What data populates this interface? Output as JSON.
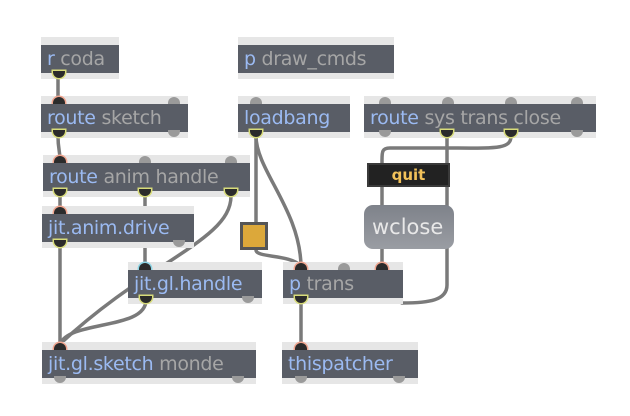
{
  "patcher": {
    "objects": [
      {
        "id": "r-coda",
        "class": "r",
        "args": "coda"
      },
      {
        "id": "p-draw-cmds",
        "class": "p",
        "args": "draw_cmds"
      },
      {
        "id": "route-sketch",
        "class": "route",
        "args": "sketch"
      },
      {
        "id": "loadbang",
        "class": "loadbang",
        "args": ""
      },
      {
        "id": "route-sys-trans-close",
        "class": "route",
        "args": "sys trans close"
      },
      {
        "id": "route-anim-handle",
        "class": "route",
        "args": "anim handle"
      },
      {
        "id": "jit-anim-drive",
        "class": "jit.anim.drive",
        "args": ""
      },
      {
        "id": "jit-gl-handle",
        "class": "jit.gl.handle",
        "args": ""
      },
      {
        "id": "p-trans",
        "class": "p",
        "args": "trans"
      },
      {
        "id": "jit-gl-sketch",
        "class": "jit.gl.sketch",
        "args": "monde"
      },
      {
        "id": "thispatcher",
        "class": "thispatcher",
        "args": ""
      }
    ],
    "messages": {
      "quit": "quit",
      "wclose": "wclose"
    },
    "bang": {
      "color": "#dca83a"
    },
    "colors": {
      "object_body": "#595d66",
      "class_text": "#9bbaf2",
      "arg_text": "#a6a6a6",
      "cord": "#7a7a7a",
      "quit_text": "#f2c25a"
    }
  }
}
